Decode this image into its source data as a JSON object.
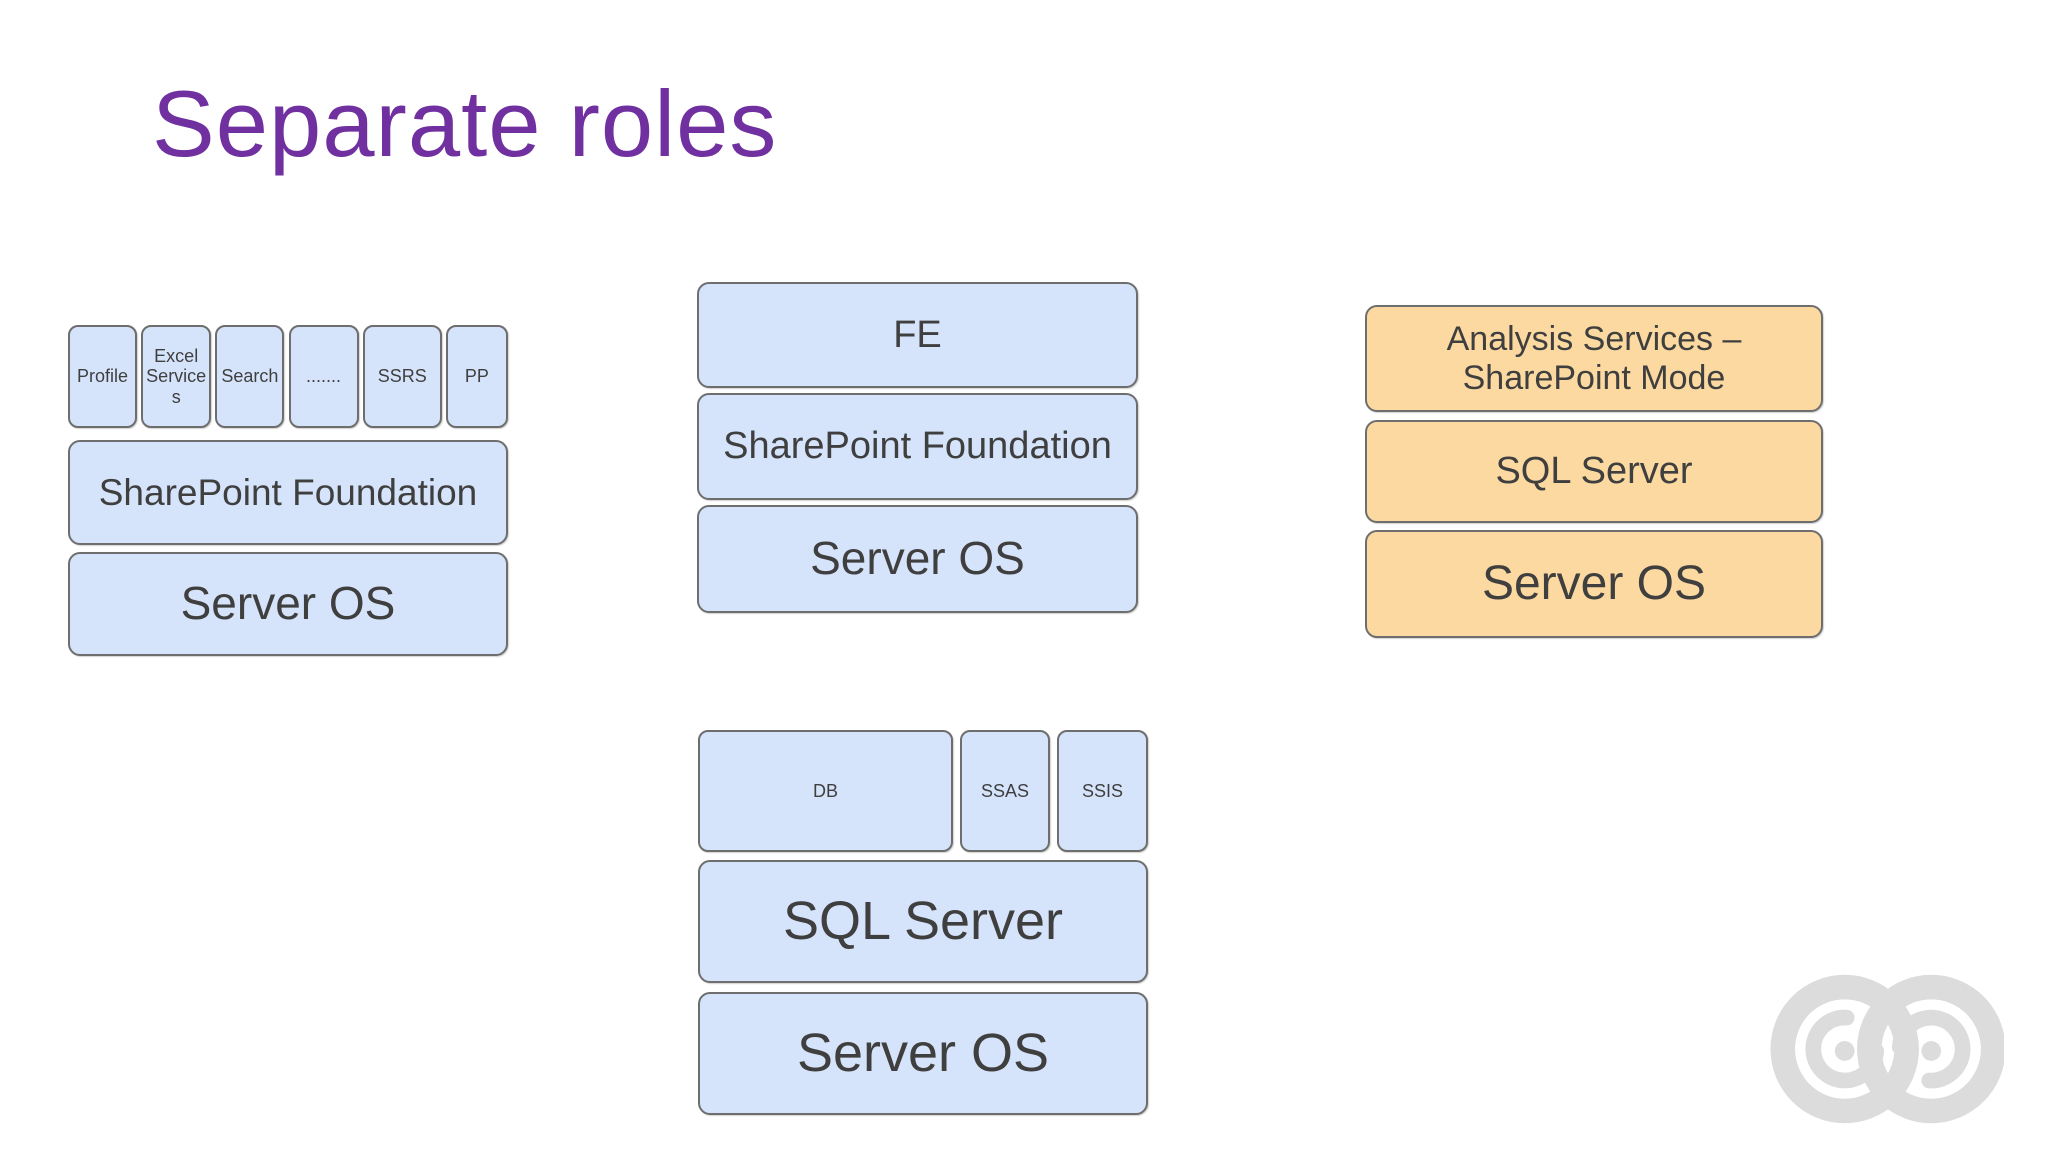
{
  "title": "Separate roles",
  "colors": {
    "title_purple": "#7030a0",
    "blue_fill": "#d6e4fb",
    "orange_fill": "#fbd9a0",
    "border_gray": "#6e6e6e",
    "text_gray": "#3f3f3f",
    "logo_gray": "#dcdcdc"
  },
  "left_stack": {
    "services": [
      "Profile",
      "Excel Services",
      "Search",
      ".......",
      "SSRS",
      "PP"
    ],
    "platform": "SharePoint Foundation",
    "os": "Server OS"
  },
  "web_stack": {
    "role": "FE",
    "platform": "SharePoint Foundation",
    "os": "Server OS"
  },
  "analysis_stack": {
    "role": "Analysis Services – SharePoint Mode",
    "platform": "SQL Server",
    "os": "Server OS"
  },
  "sql_stack": {
    "services": [
      "DB",
      "SSAS",
      "SSIS"
    ],
    "platform": "SQL Server",
    "os": "Server OS"
  },
  "logo": {
    "name": "spiral-logo"
  }
}
